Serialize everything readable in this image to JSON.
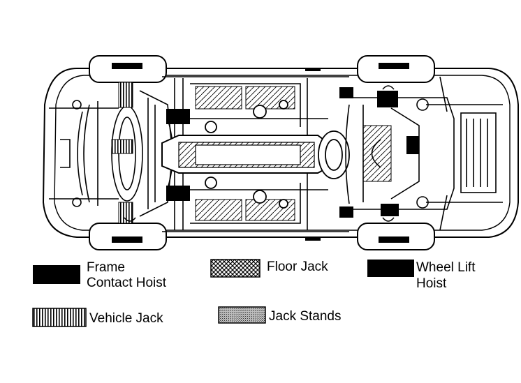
{
  "legend": [
    {
      "id": "frame-contact-hoist",
      "line1": "Frame",
      "line2": "Contact Hoist",
      "pattern": "solid"
    },
    {
      "id": "floor-jack",
      "line1": "Floor Jack",
      "line2": "",
      "pattern": "crosshatch"
    },
    {
      "id": "wheel-lift-hoist",
      "line1": "Wheel Lift",
      "line2": "Hoist",
      "pattern": "solid"
    },
    {
      "id": "vehicle-jack",
      "line1": "Vehicle Jack",
      "line2": "",
      "pattern": "vertical-stripes"
    },
    {
      "id": "jack-stands",
      "line1": "Jack Stands",
      "line2": "",
      "pattern": "stipple"
    }
  ],
  "colors": {
    "ink": "#000000",
    "paper": "#ffffff",
    "stipple": "#9a9a9a"
  }
}
